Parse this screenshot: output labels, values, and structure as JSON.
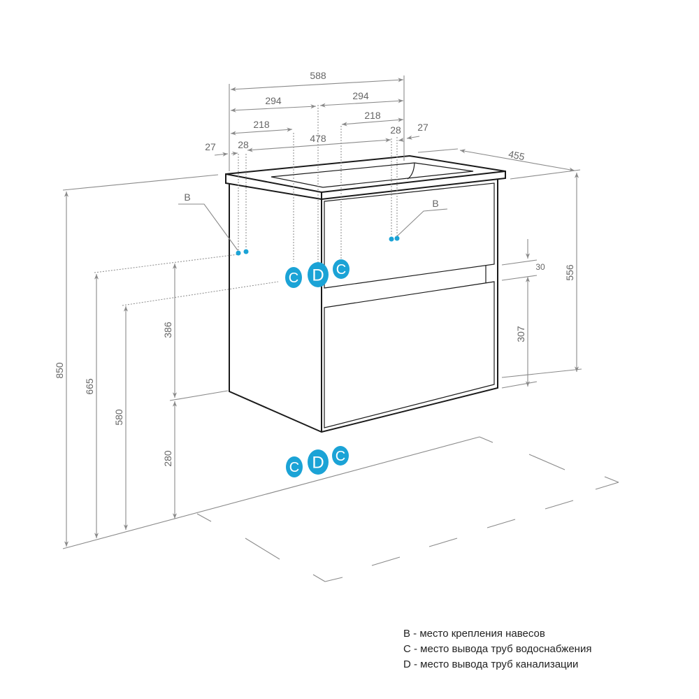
{
  "colors": {
    "accent": "#1ba3d6",
    "line": "#8a8a8a",
    "outline": "#1a1a1a"
  },
  "dimensions": {
    "width_total": "588",
    "half_left": "294",
    "half_right": "294",
    "c_left": "218",
    "c_right": "218",
    "b_spacing": "478",
    "b_offset_left": "28",
    "b_offset_right": "28",
    "edge_left": "27",
    "edge_right": "27",
    "depth": "455",
    "height_total": "850",
    "b_height": "665",
    "c_height": "580",
    "cabinet_height": "386",
    "floor_gap": "280",
    "drawer_gap": "30",
    "lower_drawer": "307",
    "front_height": "556"
  },
  "markers": {
    "b": "B",
    "c": "C",
    "d": "D"
  },
  "legend": [
    "B - место крепления навесов",
    "C - место вывода труб водоснабжения",
    "D - место вывода труб канализации"
  ]
}
